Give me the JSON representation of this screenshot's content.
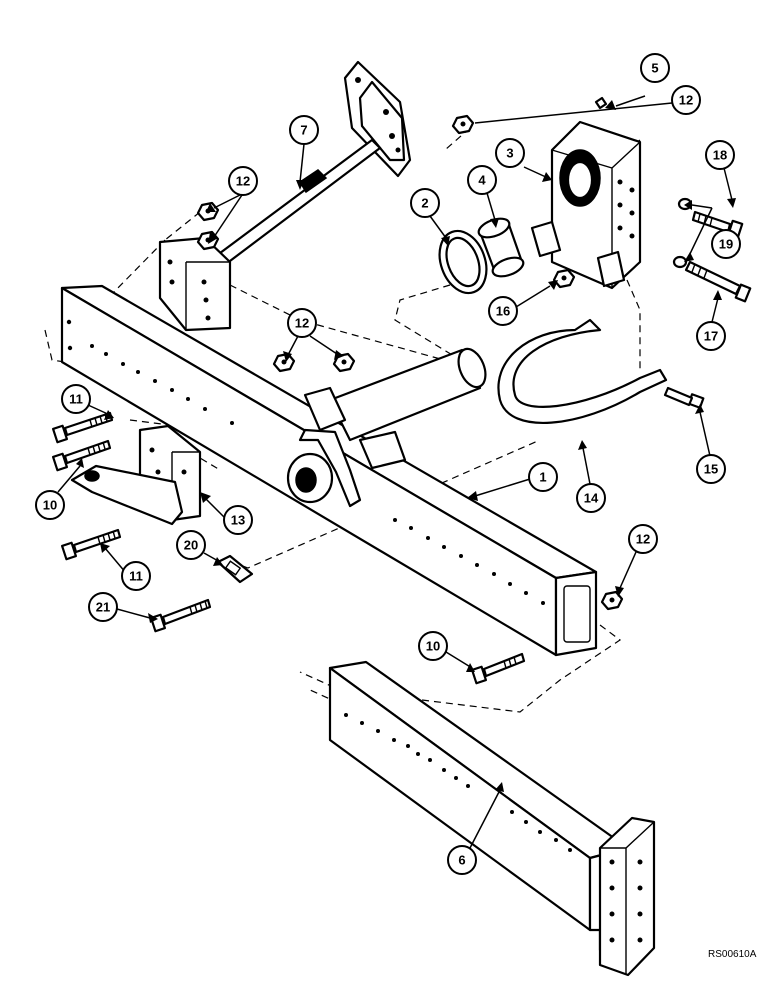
{
  "callouts": [
    "1",
    "2",
    "3",
    "4",
    "5",
    "6",
    "7",
    "10",
    "10",
    "11",
    "11",
    "12",
    "12",
    "12",
    "12",
    "13",
    "14",
    "15",
    "16",
    "17",
    "18",
    "19",
    "20",
    "21"
  ],
  "reference_code": "RS00610A"
}
